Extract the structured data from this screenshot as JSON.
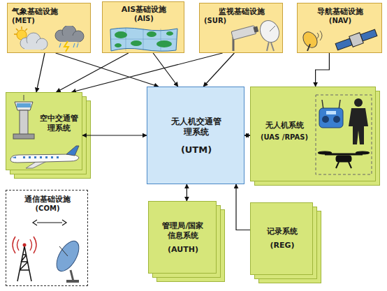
{
  "diagram": {
    "nodes": [
      {
        "text": [
          "气象基础设施",
          "(MET)"
        ]
      },
      {
        "text": [
          "AIS基础设施",
          "(AIS)"
        ]
      },
      {
        "text": [
          "监视基础设施",
          "(SUR)"
        ]
      },
      {
        "text": [
          "导航基础设施",
          "(NAV)"
        ]
      },
      {
        "text": [
          "空中交通管理系统"
        ]
      },
      {
        "text": [
          "无人机交通管理系统",
          "(UTM)"
        ]
      },
      {
        "text": [
          "无人机系统",
          "(UAS /RPAS)"
        ]
      },
      {
        "text": [
          "通信基础设施",
          "(COM)"
        ]
      },
      {
        "text": [
          "管理局/国家信息系统",
          "(AUTH)"
        ]
      },
      {
        "text": [
          "记录系统",
          "(REG)"
        ]
      }
    ],
    "edges": [
      {
        "from": 0,
        "to": 4,
        "arrow": "to"
      },
      {
        "from": 0,
        "to": 5,
        "arrow": "to"
      },
      {
        "from": 1,
        "to": 4,
        "arrow": "to"
      },
      {
        "from": 1,
        "to": 5,
        "arrow": "to"
      },
      {
        "from": 2,
        "to": 4,
        "arrow": "to"
      },
      {
        "from": 2,
        "to": 5,
        "arrow": "to"
      },
      {
        "from": 3,
        "to": 6,
        "arrow": "to"
      },
      {
        "from": 4,
        "to": 5,
        "arrow": "both"
      },
      {
        "from": 5,
        "to": 6,
        "arrow": "both"
      },
      {
        "from": 5,
        "to": 8,
        "arrow": "both"
      },
      {
        "from": 9,
        "to": 5,
        "arrow": "to"
      }
    ]
  }
}
